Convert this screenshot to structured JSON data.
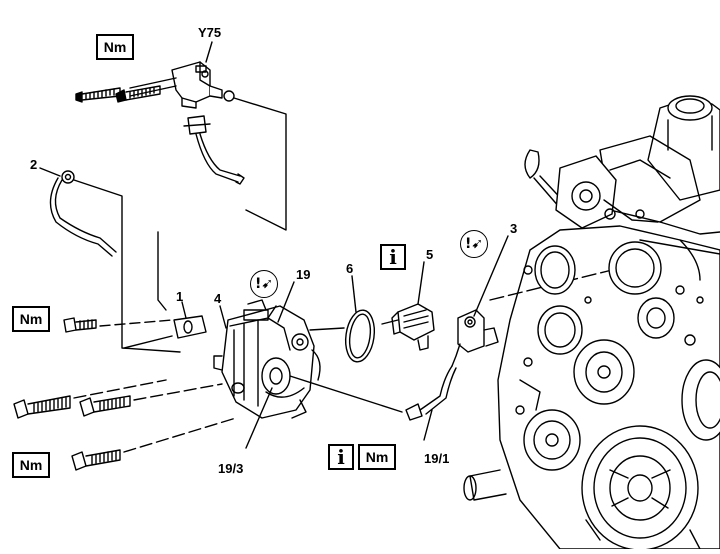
{
  "diagram": {
    "callouts": {
      "y75": "Y75",
      "c2": "2",
      "c1": "1",
      "c4": "4",
      "c19": "19",
      "c6": "6",
      "c5": "5",
      "c3": "3",
      "c19_3": "19/3",
      "c19_1": "19/1"
    },
    "labels": {
      "nm": "Nm",
      "info": "i"
    },
    "icons": {
      "torque_box": "nm-box-icon",
      "info_box": "info-icon",
      "note": "note-symbol-icon"
    }
  }
}
